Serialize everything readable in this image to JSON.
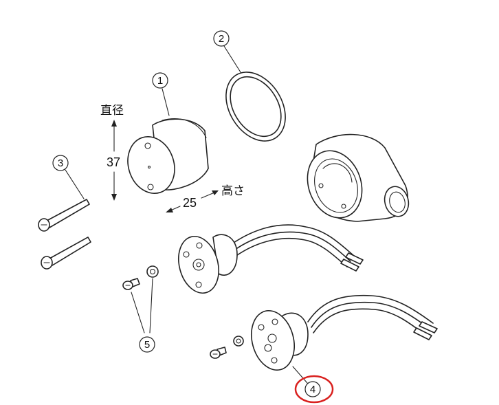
{
  "callouts": {
    "c1": "1",
    "c2": "2",
    "c3": "3",
    "c4": "4",
    "c5": "5"
  },
  "dimensions": {
    "diameter_label": "直径",
    "diameter_value": "37",
    "height_value": "25",
    "height_label": "高さ"
  },
  "highlight": {
    "target_callout": "4",
    "color": "#d9211f"
  }
}
